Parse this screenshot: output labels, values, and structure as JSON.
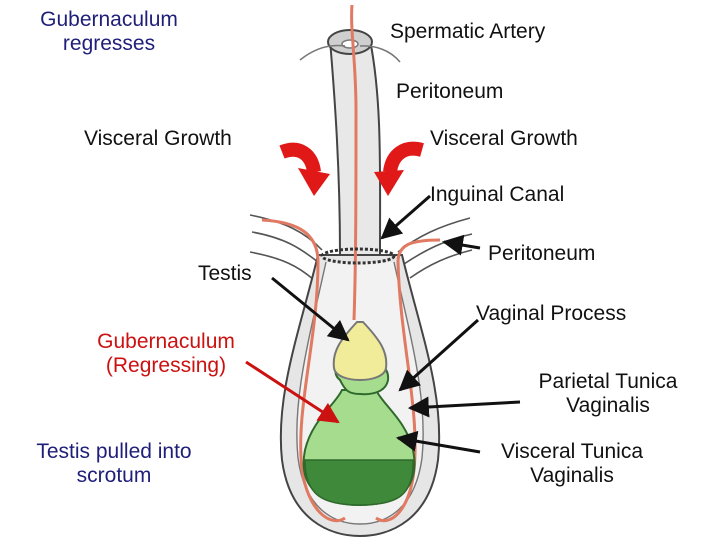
{
  "labels": {
    "gubernaculum_regresses": [
      "Gubernaculum",
      "regresses"
    ],
    "spermatic_artery": "Spermatic Artery",
    "peritoneum_top": "Peritoneum",
    "visceral_growth_left": "Visceral Growth",
    "visceral_growth_right": "Visceral Growth",
    "inguinal_canal": "Inguinal Canal",
    "testis": "Testis",
    "peritoneum_mid": "Peritoneum",
    "gubernaculum_regressing": [
      "Gubernaculum",
      "(Regressing)"
    ],
    "vaginal_process": "Vaginal Process",
    "parietal_tunica": [
      "Parietal Tunica",
      "Vaginalis"
    ],
    "testis_pulled": [
      "Testis pulled into",
      "scrotum"
    ],
    "visceral_tunica": [
      "Visceral Tunica",
      "Vaginalis"
    ]
  },
  "colors": {
    "title_blue": "#1f1f7a",
    "accent_red": "#cc1111",
    "growth_arrow_red": "#e01818",
    "vessel_salmon": "#e07a62",
    "testis_yellow": "#f0ec9a",
    "gubernaculum_green": "#a6dc8e",
    "gubernaculum_dark_green": "#3f8a3a",
    "tissue_gray": "#d9d9d9"
  }
}
